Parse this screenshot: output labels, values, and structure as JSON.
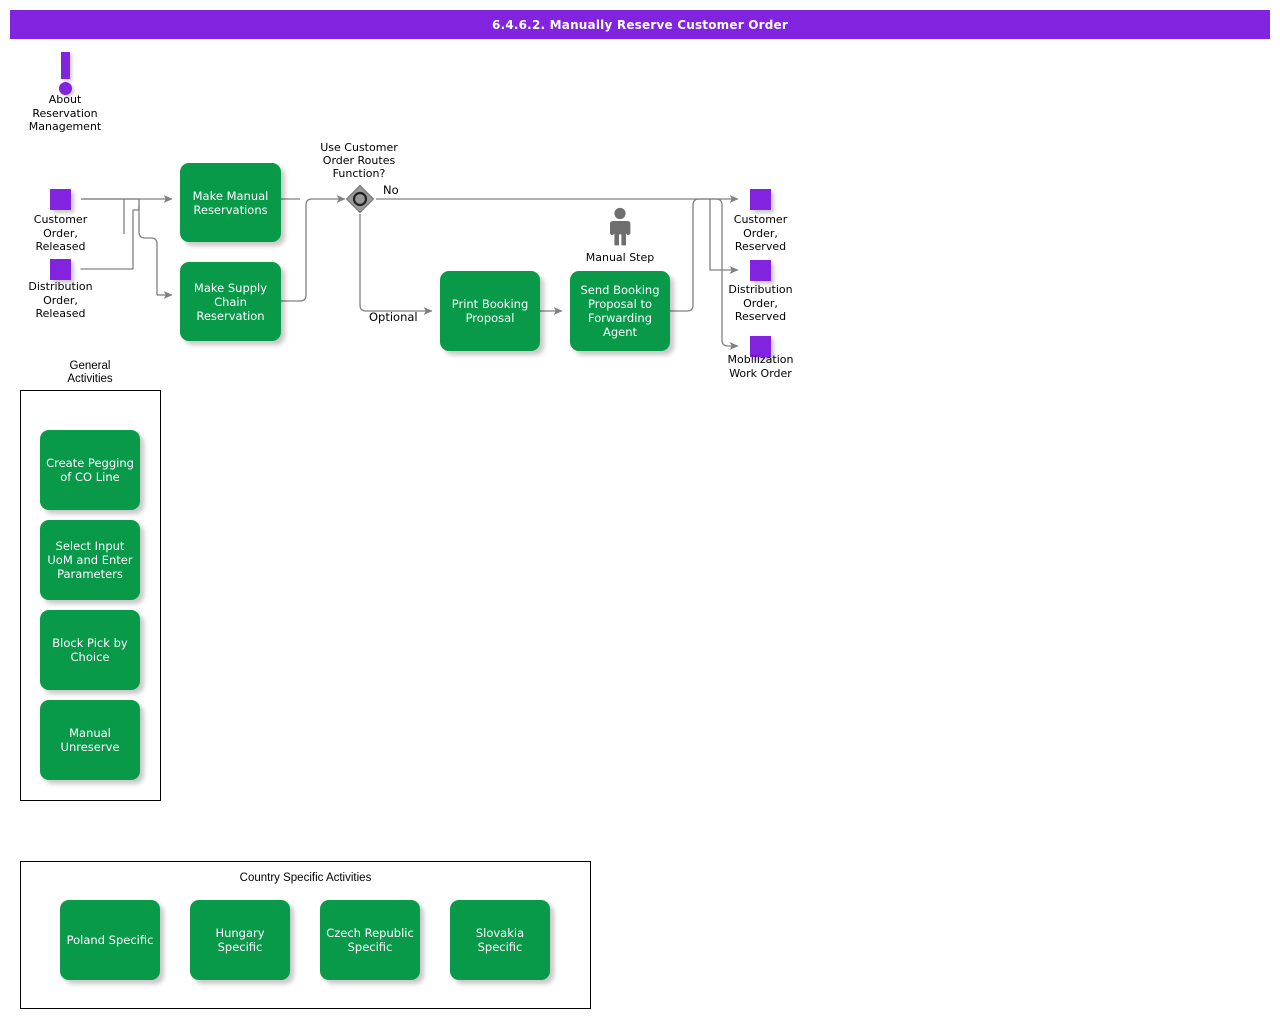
{
  "titlebar": {
    "title": "6.4.6.2. Manually Reserve Customer Order"
  },
  "info_note": {
    "icon": "exclamation-icon",
    "label": "About\nReservation\nManagement"
  },
  "start_states": [
    {
      "name": "customer-order-released",
      "label": "Customer\nOrder,\nReleased",
      "color": "#8223e0"
    },
    {
      "name": "distribution-order-released",
      "label": "Distribution\nOrder,\nReleased",
      "color": "#8223e0"
    }
  ],
  "end_states": [
    {
      "name": "customer-order-reserved",
      "label": "Customer\nOrder,\nReserved",
      "color": "#8223e0"
    },
    {
      "name": "distribution-order-reserved",
      "label": "Distribution\nOrder,\nReserved",
      "color": "#8223e0"
    },
    {
      "name": "mobilization-work-order",
      "label": "Mobilization\nWork Order",
      "color": "#8223e0"
    }
  ],
  "tasks": [
    {
      "name": "make-manual-reservations",
      "label": "Make Manual\nReservations"
    },
    {
      "name": "make-supply-chain-reservation",
      "label": "Make Supply\nChain\nReservation"
    },
    {
      "name": "print-booking-proposal",
      "label": "Print Booking\nProposal"
    },
    {
      "name": "send-booking-proposal-to-forwarding-agent",
      "label": "Send Booking\nProposal to\nForwarding\nAgent"
    }
  ],
  "gateway": {
    "name": "use-customer-order-routes-function-gateway",
    "label": "Use Customer\nOrder Routes\nFunction?",
    "type": "inclusive"
  },
  "flow_labels": [
    {
      "name": "flow-label-no",
      "text": "No"
    },
    {
      "name": "flow-label-optional",
      "text": "Optional"
    }
  ],
  "manual_step": {
    "name": "manual-step-icon",
    "label": "Manual Step"
  },
  "general_activities": {
    "title": "General\nActivities",
    "items": [
      {
        "name": "create-pegging-of-co-line",
        "label": "Create Pegging\nof CO Line"
      },
      {
        "name": "select-input-uom-and-enter-parameters",
        "label": "Select Input\nUoM and Enter\nParameters"
      },
      {
        "name": "block-pick-by-choice",
        "label": "Block Pick by\nChoice"
      },
      {
        "name": "manual-unreserve",
        "label": "Manual\nUnreserve"
      }
    ]
  },
  "country_specific_activities": {
    "title": "Country Specific Activities",
    "items": [
      {
        "name": "poland-specific",
        "label": "Poland Specific"
      },
      {
        "name": "hungary-specific",
        "label": "Hungary Specific"
      },
      {
        "name": "czech-republic-specific",
        "label": "Czech Republic\nSpecific"
      },
      {
        "name": "slovakia-specific",
        "label": "Slovakia\nSpecific"
      }
    ]
  },
  "colors": {
    "title_bar": "#8223e0",
    "task_green": "#089949",
    "state_purple": "#8223e0",
    "connector_gray": "#808080",
    "gateway_gray": "#9a9a9a",
    "person_gray": "#6e6e6e",
    "background": "#ffffff"
  }
}
